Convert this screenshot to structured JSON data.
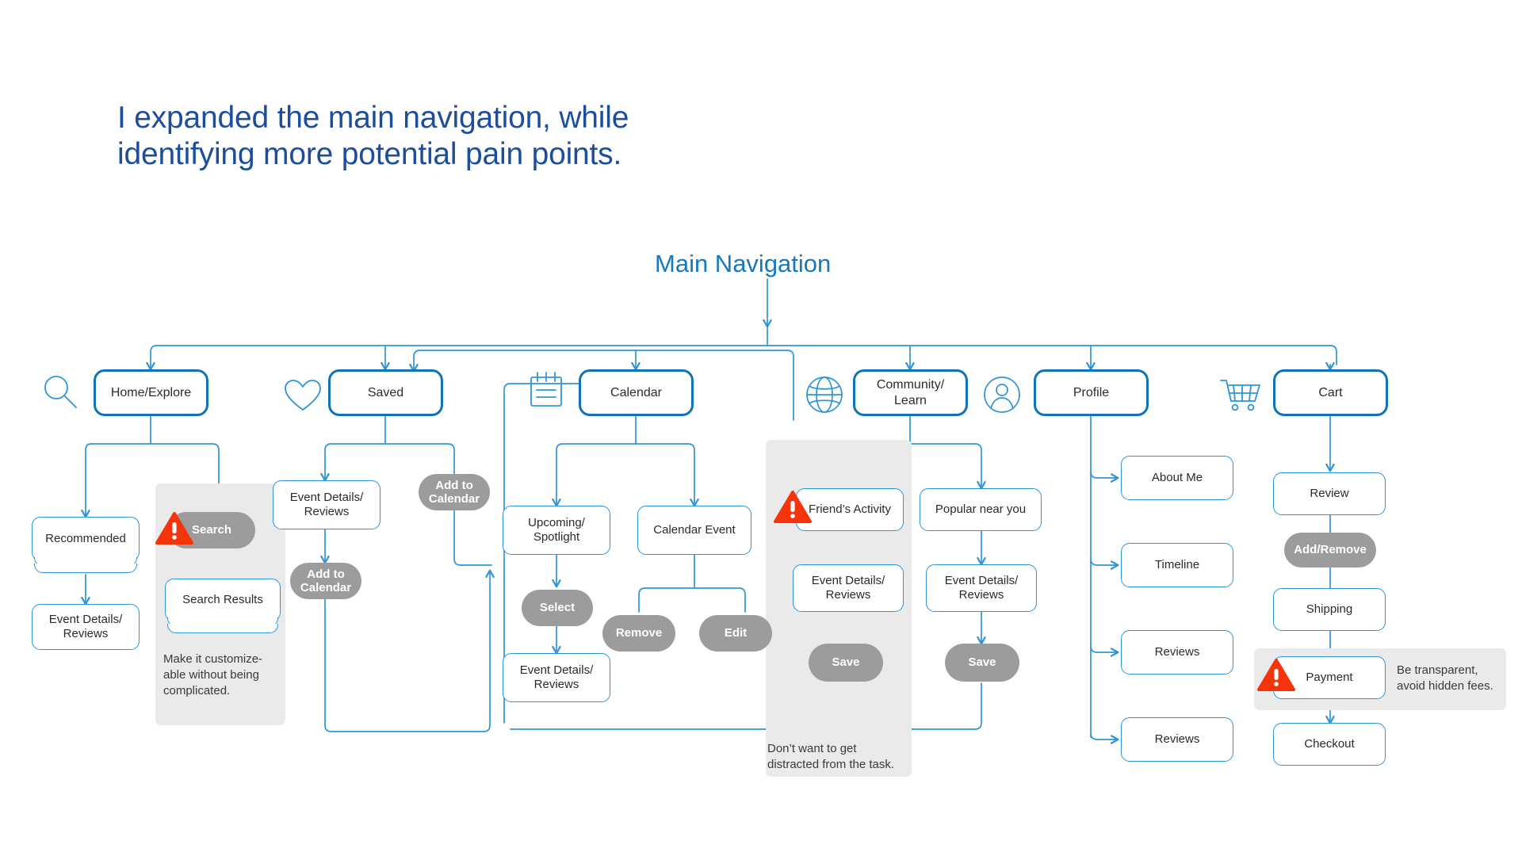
{
  "headline": {
    "line1": "I expanded the main navigation, while",
    "line2": "identifying more potential pain points."
  },
  "diagram": {
    "root_label": "Main Navigation",
    "colors": {
      "headline_blue": "#1c4e9c",
      "accent_blue": "#1679c0",
      "node_border": "#2f95d8",
      "top_node_border": "#1272b6",
      "pill_gray": "#9c9c9c",
      "panel_gray": "#eaeaea",
      "warning_red": "#f6340c"
    },
    "top_level": [
      {
        "label": "Home/Explore",
        "icon": "search-icon"
      },
      {
        "label": "Saved",
        "icon": "heart-icon"
      },
      {
        "label": "Calendar",
        "icon": "calendar-icon"
      },
      {
        "label": "Community/\nLearn",
        "icon": "globe-icon"
      },
      {
        "label": "Profile",
        "icon": "person-icon"
      },
      {
        "label": "Cart",
        "icon": "cart-icon"
      }
    ],
    "nodes": {
      "home_explore": "Home/Explore",
      "saved": "Saved",
      "calendar": "Calendar",
      "community_learn_l1": "Community/",
      "community_learn_l2": "Learn",
      "profile": "Profile",
      "cart": "Cart",
      "recommended": "Recommended",
      "home_event_details_l1": "Event Details/",
      "home_event_details_l2": "Reviews",
      "search": "Search",
      "search_results": "Search Results",
      "saved_event_details_l1": "Event Details/",
      "saved_event_details_l2": "Reviews",
      "saved_add_to_calendar_l1": "Add to",
      "saved_add_to_calendar_l2": "Calendar",
      "saved_add_to_calendar2_l1": "Add to",
      "saved_add_to_calendar2_l2": "Calendar",
      "upcoming_spotlight_l1": "Upcoming/",
      "upcoming_spotlight_l2": "Spotlight",
      "calendar_event": "Calendar Event",
      "select": "Select",
      "remove": "Remove",
      "edit": "Edit",
      "calendar_event_details_l1": "Event Details/",
      "calendar_event_details_l2": "Reviews",
      "friends_activity": "Friend’s Activity",
      "popular_near_you": "Popular near you",
      "friends_event_details_l1": "Event Details/",
      "friends_event_details_l2": "Reviews",
      "popular_event_details_l1": "Event Details/",
      "popular_event_details_l2": "Reviews",
      "save_left": "Save",
      "save_right": "Save",
      "about_me": "About Me",
      "timeline": "Timeline",
      "reviews_1": "Reviews",
      "reviews_2": "Reviews",
      "review": "Review",
      "add_remove": "Add/Remove",
      "shipping": "Shipping",
      "payment": "Payment",
      "checkout": "Checkout"
    },
    "notes": {
      "search_note_l1": "Make it customize-",
      "search_note_l2": "able without being",
      "search_note_l3": "complicated.",
      "community_note_l1": "Don’t want to get",
      "community_note_l2": "distracted from the task.",
      "payment_note_l1": "Be transparent,",
      "payment_note_l2": "avoid hidden fees."
    }
  }
}
